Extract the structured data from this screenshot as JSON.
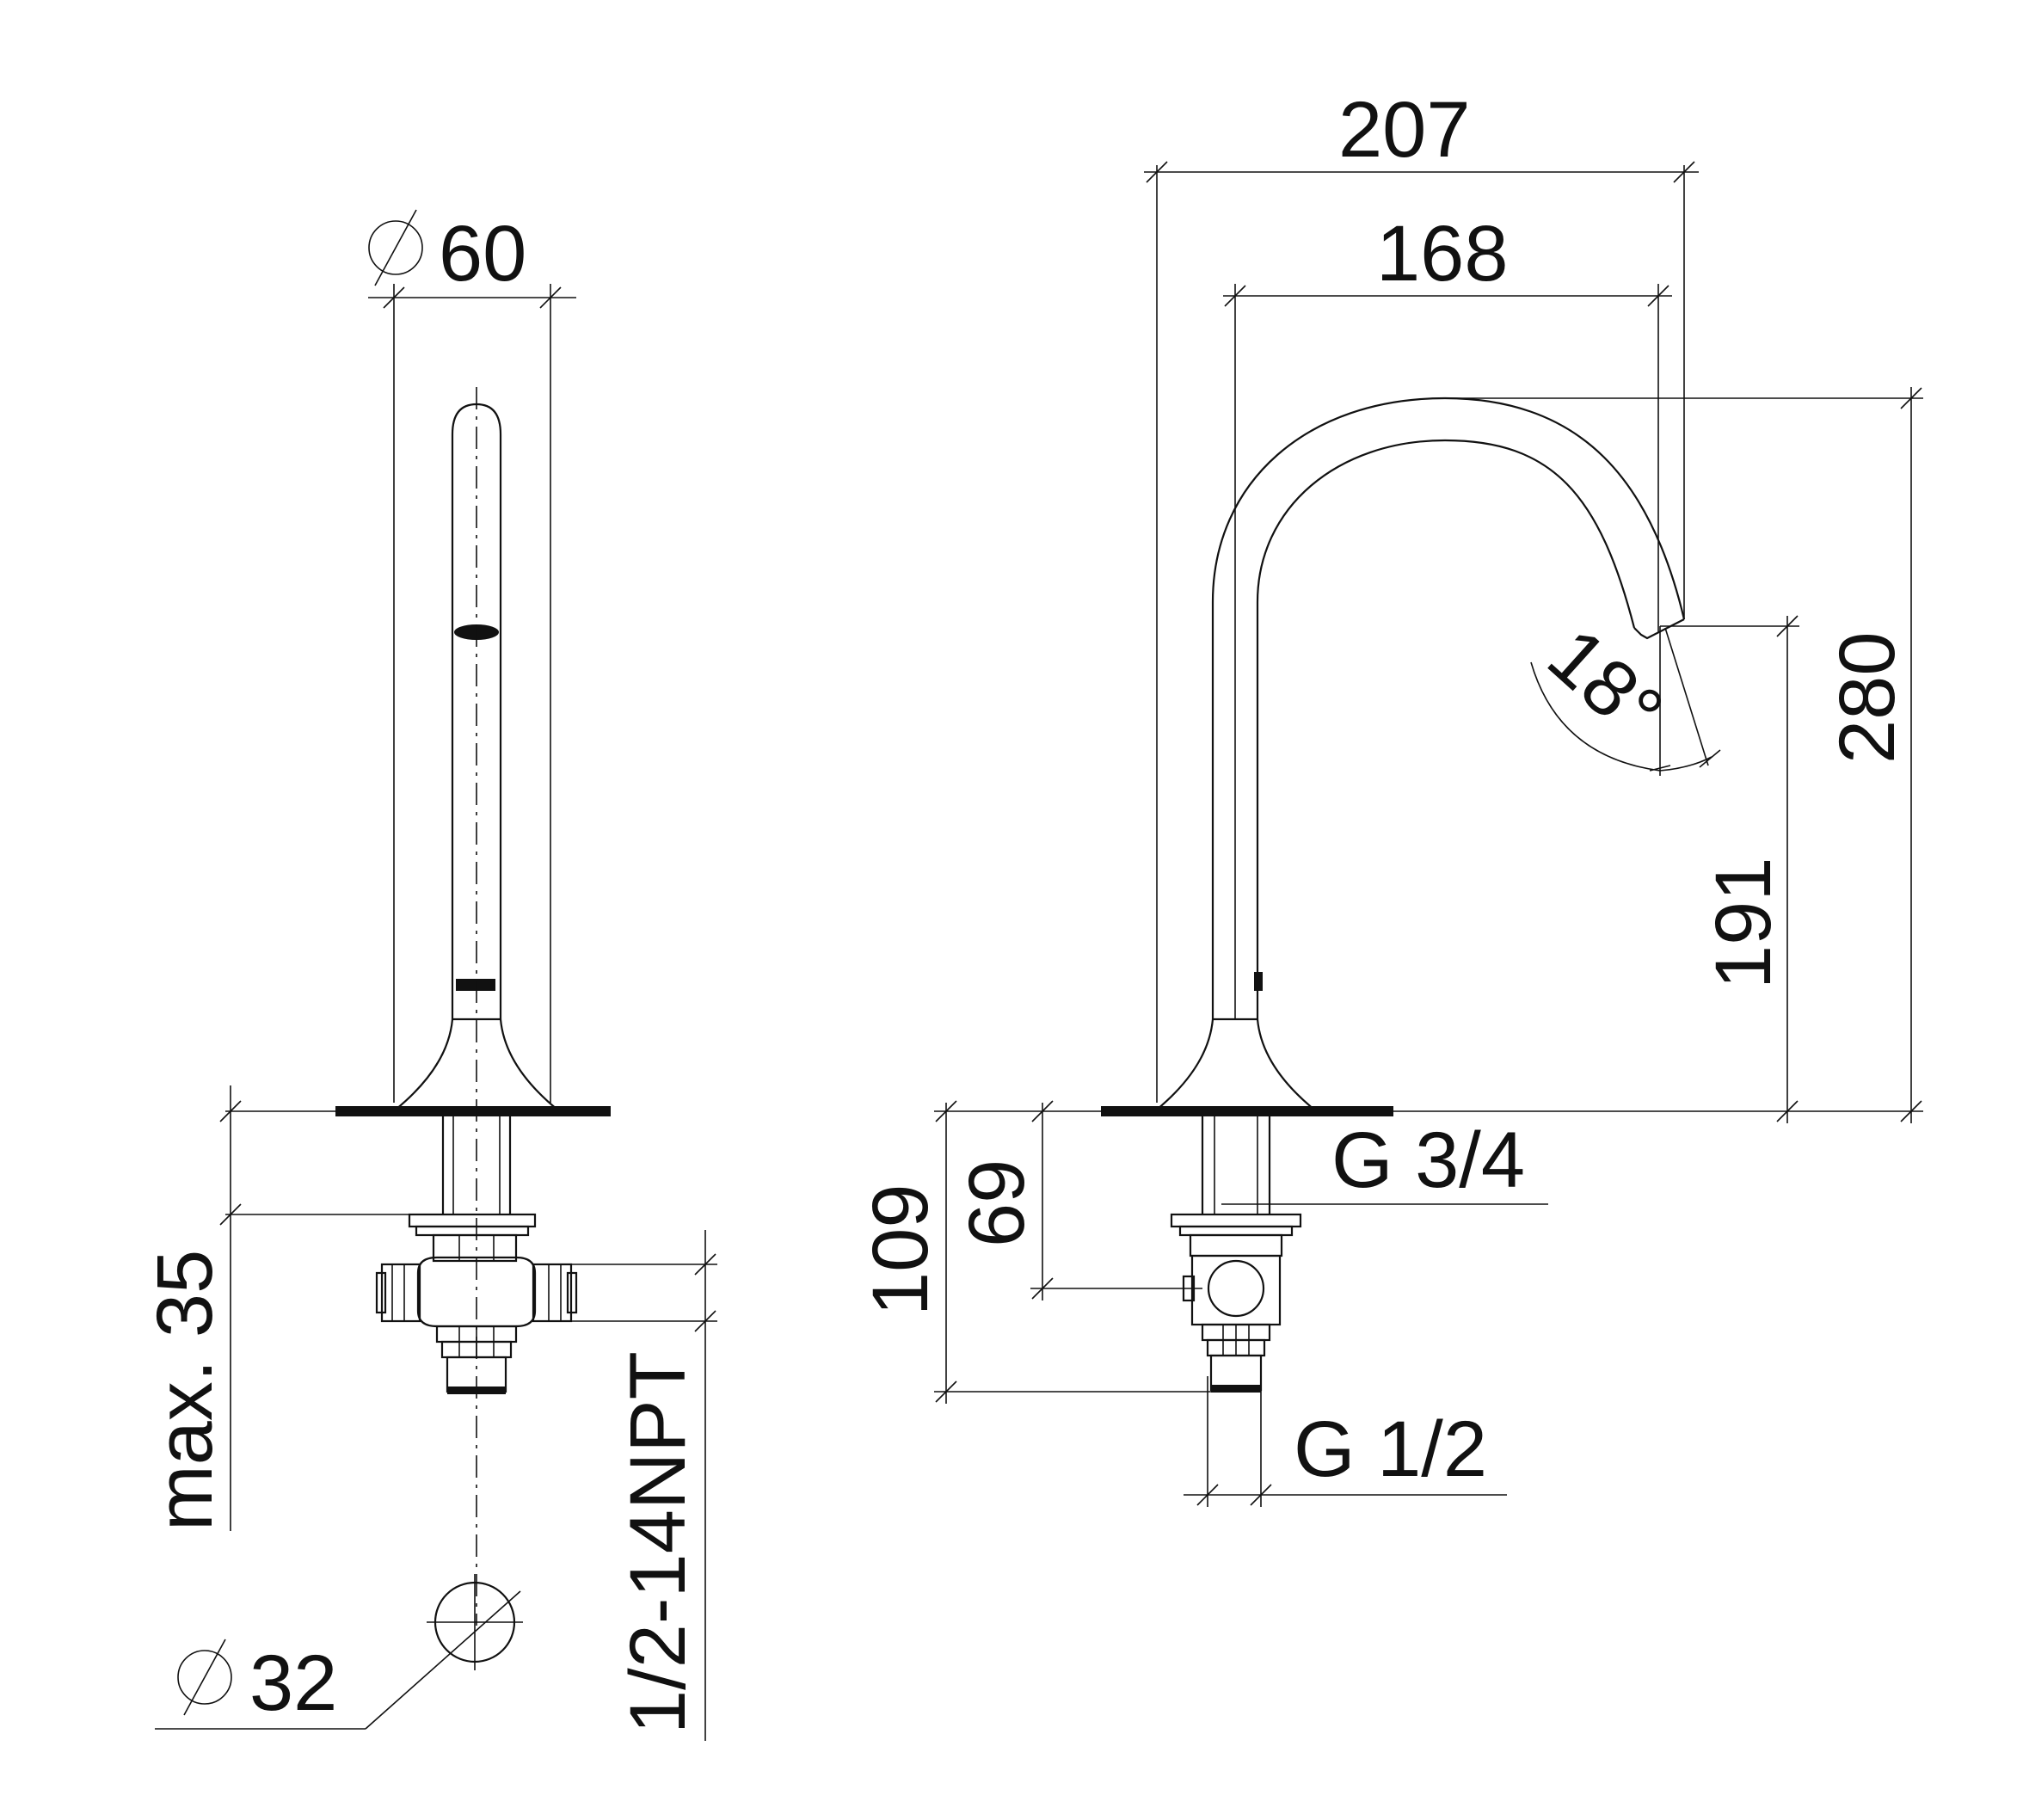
{
  "front_view": {
    "diameter_top": "60",
    "mounting_depth": "max. 35",
    "thread": "1/2-14NPT",
    "diameter_hole": "32"
  },
  "side_view": {
    "width_overall": "207",
    "reach": "168",
    "height_overall": "280",
    "spout_height": "191",
    "spout_angle": "18°",
    "connection_upper": "G 3/4",
    "connection_lower": "G 1/2",
    "depth_109": "109",
    "depth_69": "69"
  }
}
